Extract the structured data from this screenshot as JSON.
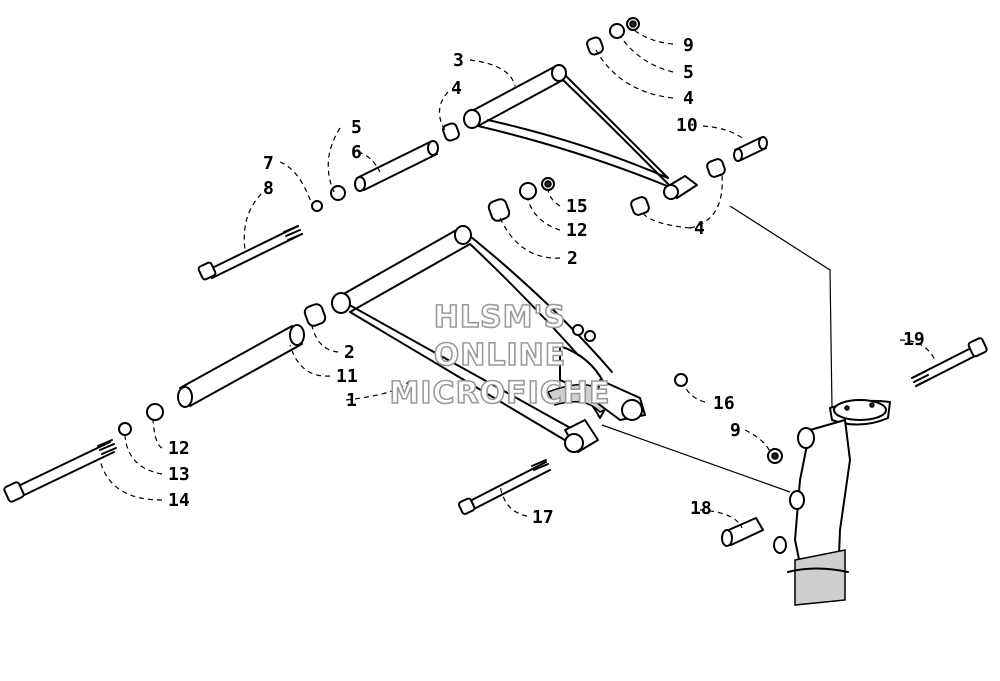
{
  "watermark": {
    "line1": "HLSM'S",
    "line2": "ONLINE",
    "line3": "MICROFICHE"
  },
  "callouts": [
    {
      "id": "c9a",
      "text": "9"
    },
    {
      "id": "c5a",
      "text": "5"
    },
    {
      "id": "c4a",
      "text": "4"
    },
    {
      "id": "c3",
      "text": "3"
    },
    {
      "id": "c4b",
      "text": "4"
    },
    {
      "id": "c10",
      "text": "10"
    },
    {
      "id": "c5b",
      "text": "5"
    },
    {
      "id": "c6",
      "text": "6"
    },
    {
      "id": "c7",
      "text": "7"
    },
    {
      "id": "c8",
      "text": "8"
    },
    {
      "id": "c15",
      "text": "15"
    },
    {
      "id": "c12a",
      "text": "12"
    },
    {
      "id": "c4c",
      "text": "4"
    },
    {
      "id": "c2a",
      "text": "2"
    },
    {
      "id": "c2b",
      "text": "2"
    },
    {
      "id": "c11",
      "text": "11"
    },
    {
      "id": "c1",
      "text": "1"
    },
    {
      "id": "c16",
      "text": "16"
    },
    {
      "id": "c9b",
      "text": "9"
    },
    {
      "id": "c19",
      "text": "19"
    },
    {
      "id": "c12b",
      "text": "12"
    },
    {
      "id": "c13",
      "text": "13"
    },
    {
      "id": "c14",
      "text": "14"
    },
    {
      "id": "c17",
      "text": "17"
    },
    {
      "id": "c18",
      "text": "18"
    }
  ]
}
